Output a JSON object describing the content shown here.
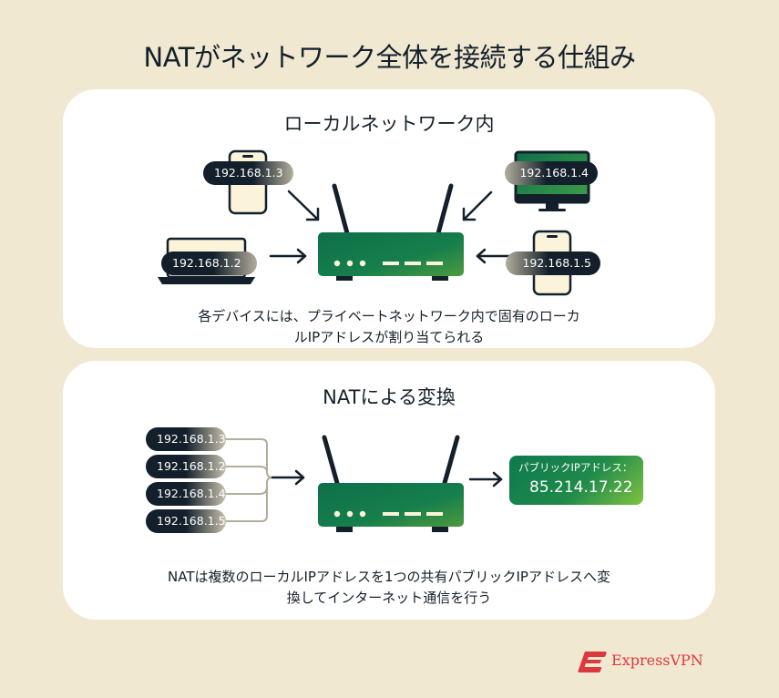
{
  "title": "NATがネットワーク全体を接続する仕組み",
  "local": {
    "title": "ローカルネットワーク内",
    "devices": [
      {
        "type": "phone",
        "ip": "192.168.1.3"
      },
      {
        "type": "monitor",
        "ip": "192.168.1.4"
      },
      {
        "type": "laptop",
        "ip": "192.168.1.2"
      },
      {
        "type": "phone",
        "ip": "192.168.1.5"
      }
    ],
    "caption_line1": "各デバイスには、プライベートネットワーク内で固有のローカ",
    "caption_line2": "ルIPアドレスが割り当てられる"
  },
  "nat": {
    "title": "NATによる変換",
    "ips": [
      "192.168.1.3",
      "192.168.1.2",
      "192.168.1.4",
      "192.168.1.5"
    ],
    "public_label": "パブリックIPアドレス：",
    "public_ip": "85.214.17.22",
    "caption_line1": "NATは複数のローカルIPアドレスを1つの共有パブリックIPアドレスへ変",
    "caption_line2": "換してインターネット通信を行う"
  },
  "brand": {
    "name": "ExpressVPN",
    "color": "#da3940"
  },
  "colors": {
    "dark": "#13202b",
    "router_green": "#15804f",
    "background": "#f1e8d2"
  }
}
